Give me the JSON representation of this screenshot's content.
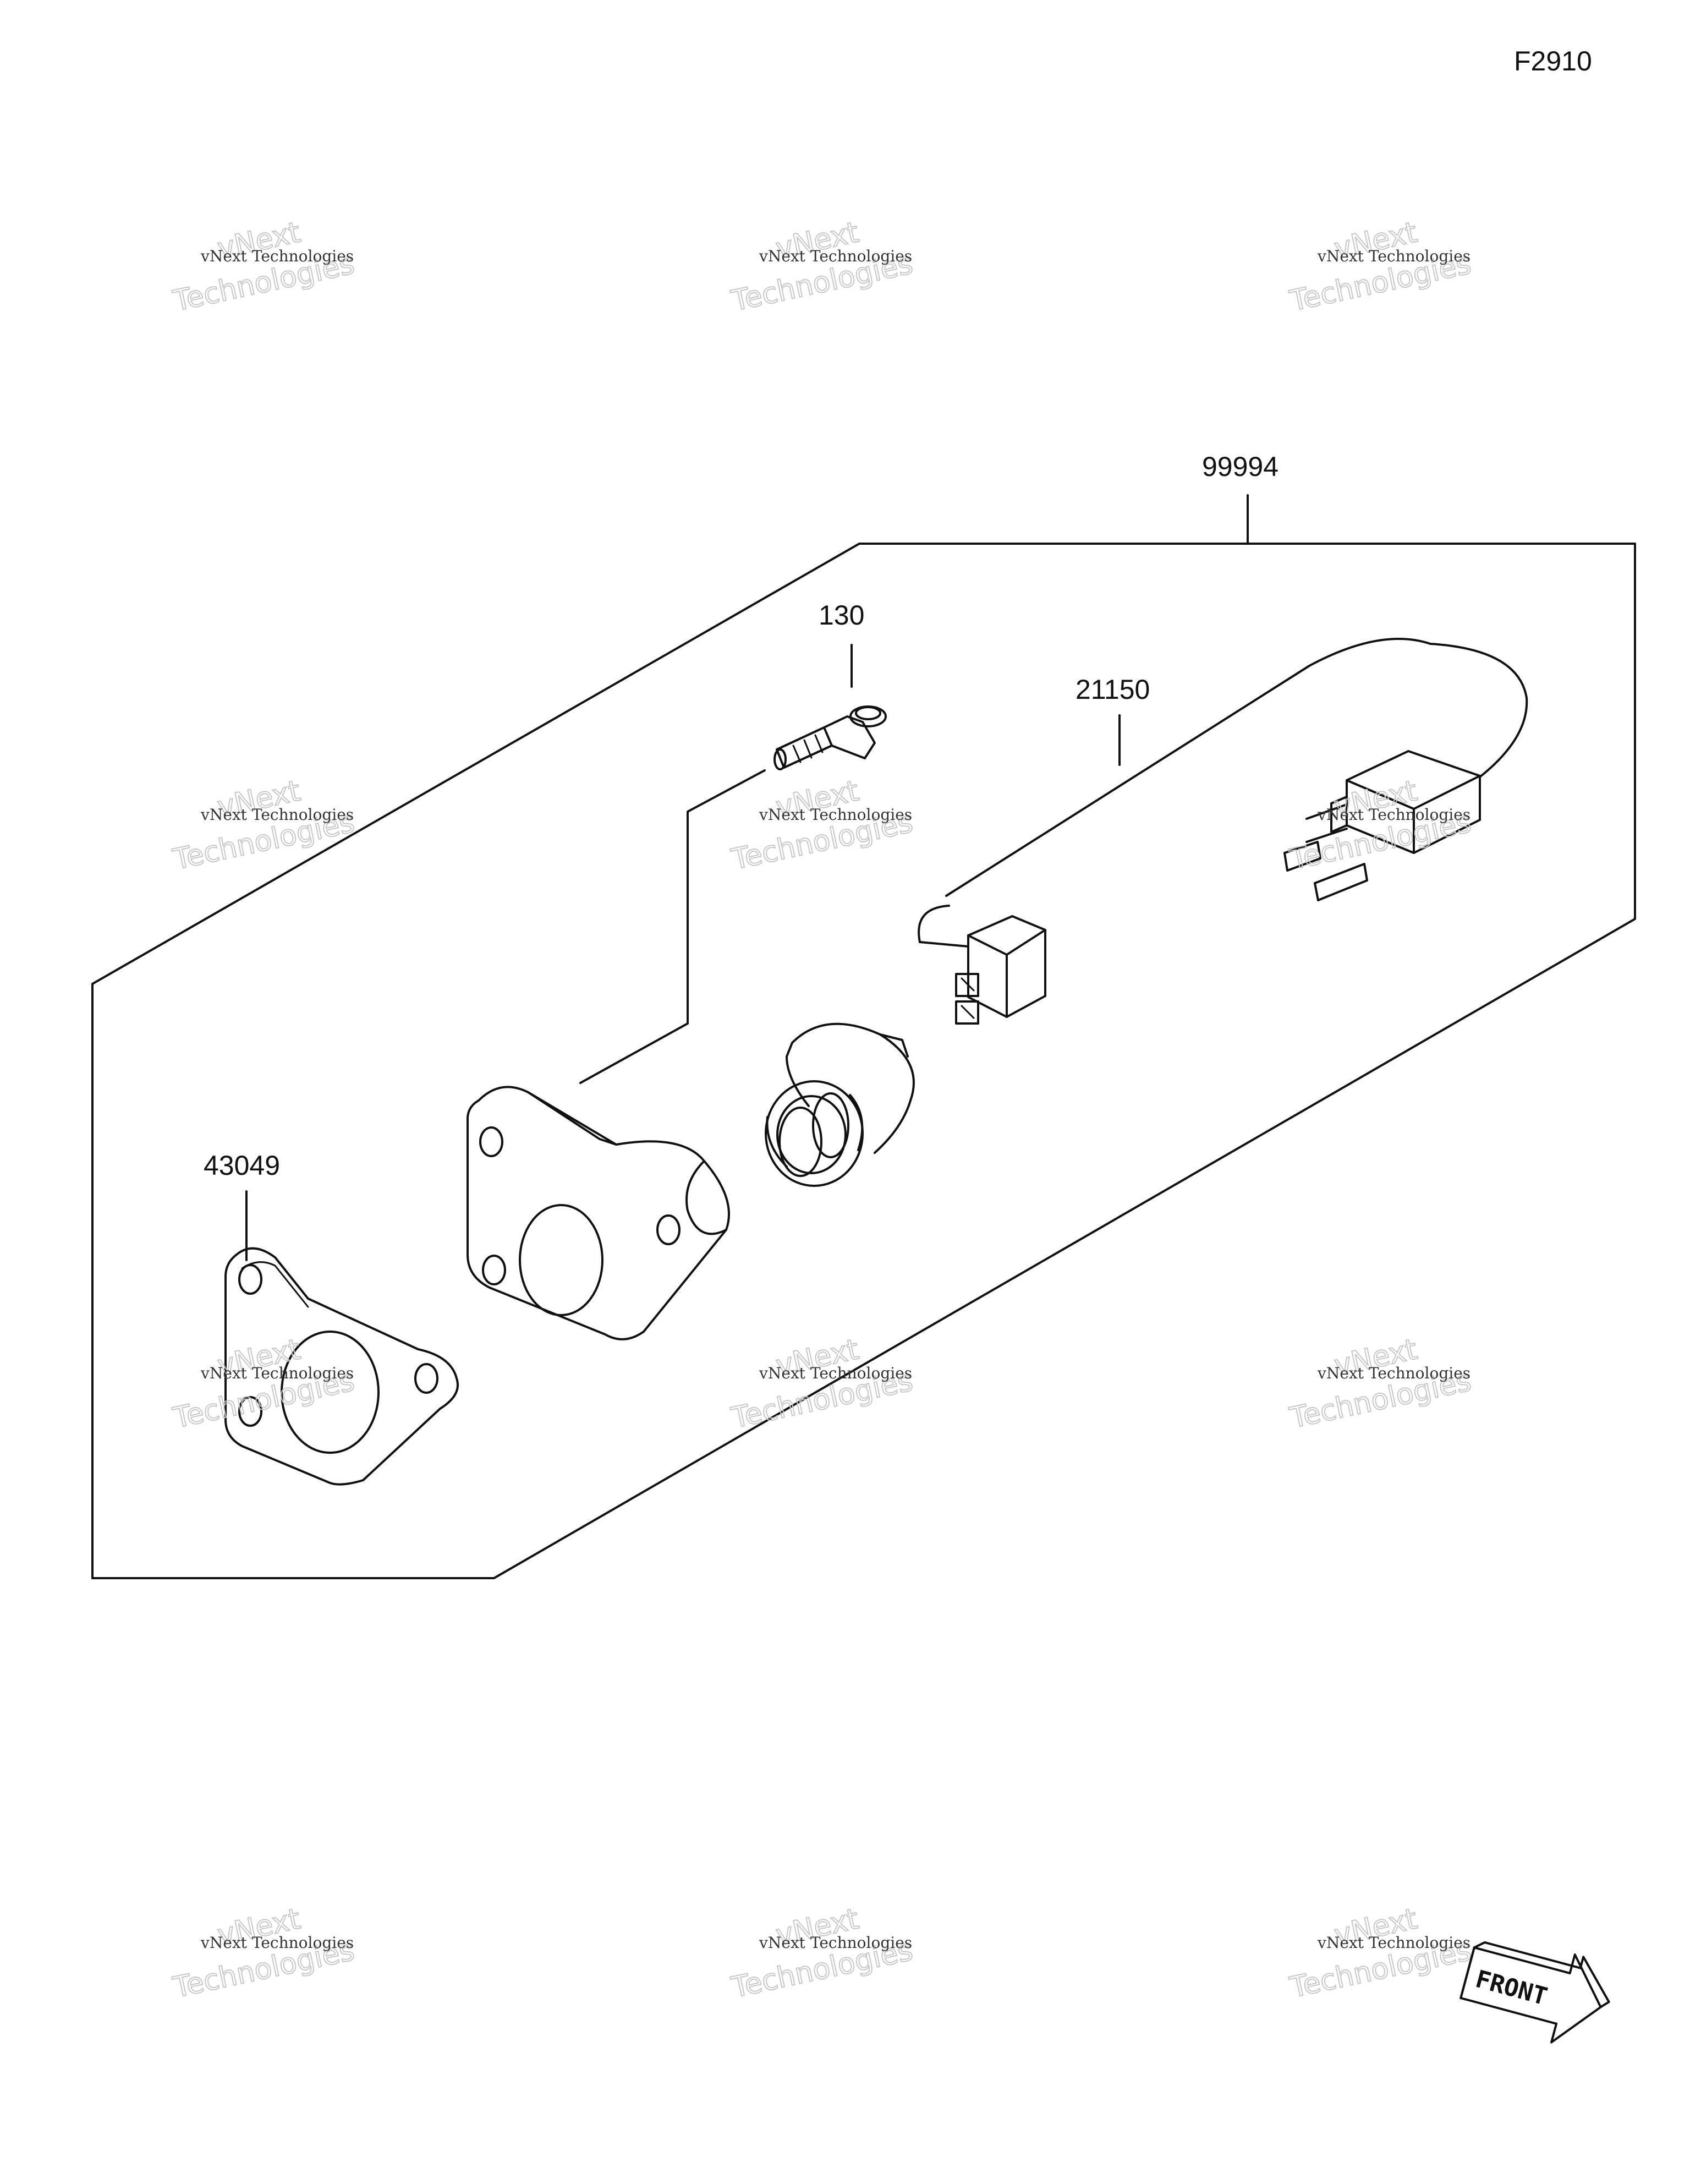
{
  "figure_code": "F2910",
  "callouts": {
    "kit": "99994",
    "bolt": "130",
    "harness": "21150",
    "gasket": "43049"
  },
  "front_marker": "FRONT",
  "watermark": {
    "line1": "vNext Technologies",
    "line2": "vNext",
    "line3": "Technologies"
  }
}
